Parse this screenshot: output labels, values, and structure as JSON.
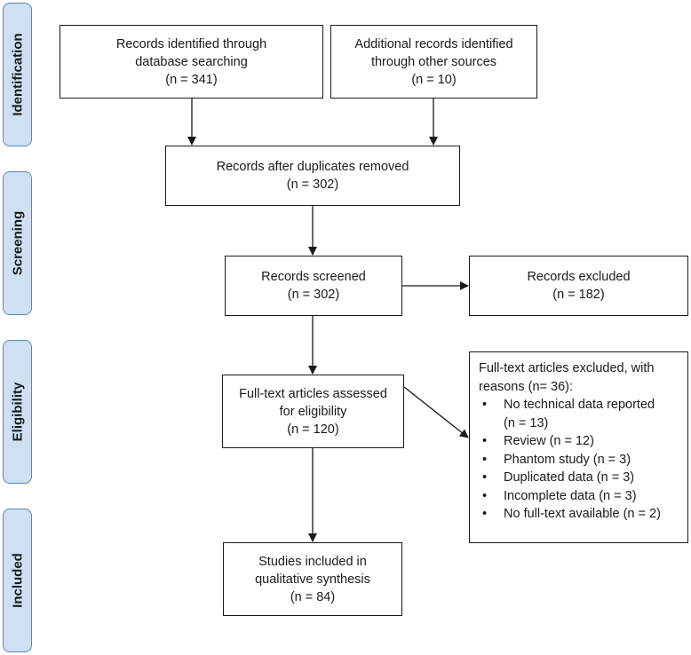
{
  "stages": [
    {
      "label": "Identification"
    },
    {
      "label": "Screening"
    },
    {
      "label": "Eligibility"
    },
    {
      "label": "Included"
    }
  ],
  "boxes": {
    "db_search": {
      "lines": [
        "Records identified through",
        "database searching",
        "(n = 341)"
      ]
    },
    "other_sources": {
      "lines": [
        "Additional records identified",
        "through other sources",
        "(n = 10)"
      ]
    },
    "after_duplicates": {
      "lines": [
        "Records after duplicates removed",
        "(n = 302)"
      ]
    },
    "screened": {
      "lines": [
        "Records screened",
        "(n = 302)"
      ]
    },
    "excluded": {
      "lines": [
        "Records excluded",
        "(n = 182)"
      ]
    },
    "fulltext_assessed": {
      "lines": [
        "Full-text articles assessed",
        "for eligibility",
        "(n = 120)"
      ]
    },
    "included": {
      "lines": [
        "Studies included in",
        "qualitative synthesis",
        "(n = 84)"
      ]
    }
  },
  "fulltext_excluded": {
    "heading_lines": [
      "Full-text articles excluded, with",
      "reasons (n= 36):"
    ],
    "bullet": "•",
    "reasons": [
      {
        "text": "No technical data reported",
        "cont": "(n = 13)"
      },
      {
        "text": "Review (n = 12)"
      },
      {
        "text": "Phantom study (n = 3)"
      },
      {
        "text": "Duplicated data (n = 3)"
      },
      {
        "text": "Incomplete data (n = 3)"
      },
      {
        "text": "No full-text available (n = 2)"
      }
    ]
  },
  "colors": {
    "stage_fill": "#cfe0f2",
    "stage_border": "#5c86b8",
    "line": "#1a1a1a"
  }
}
